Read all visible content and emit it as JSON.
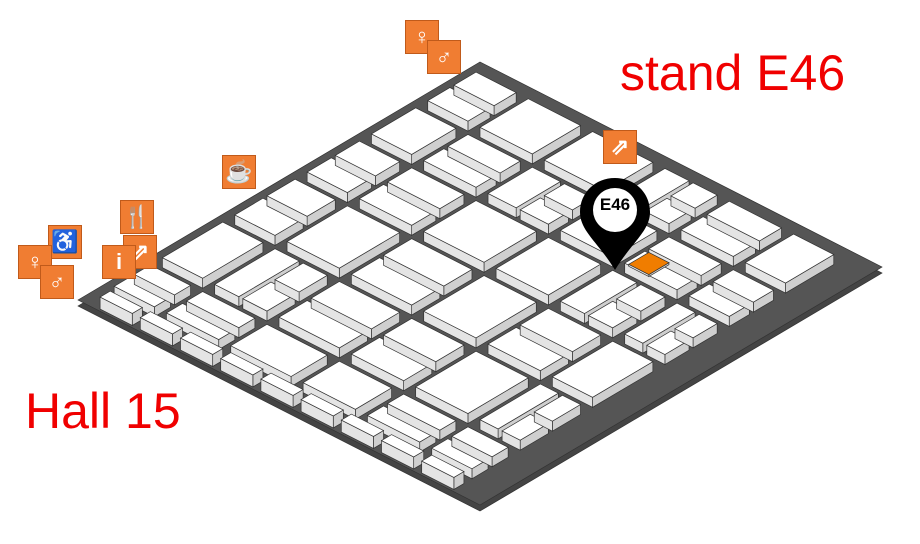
{
  "labels": {
    "stand": "stand E46",
    "hall": "Hall 15"
  },
  "pin": {
    "label": "E46",
    "color": "#000000",
    "highlight_color": "#f07d00"
  },
  "colors": {
    "floor": "#555555",
    "booth_top": "#ffffff",
    "booth_side": "#cfcfcf",
    "poi": "#f07d32",
    "label": "#f00000"
  },
  "pois": [
    {
      "icon": "toilet-women-icon",
      "glyph": "♀"
    },
    {
      "icon": "toilet-men-icon",
      "glyph": "♂"
    },
    {
      "icon": "escalator-icon",
      "glyph": "⇗"
    },
    {
      "icon": "coffee-icon",
      "glyph": "☕"
    },
    {
      "icon": "restaurant-icon",
      "glyph": "🍴"
    },
    {
      "icon": "wheelchair-icon",
      "glyph": "♿"
    },
    {
      "icon": "escalator-icon",
      "glyph": "⇗"
    },
    {
      "icon": "information-icon",
      "glyph": "i"
    },
    {
      "icon": "toilet-women-icon",
      "glyph": "♀"
    },
    {
      "icon": "toilet-men-icon",
      "glyph": "♂"
    }
  ]
}
